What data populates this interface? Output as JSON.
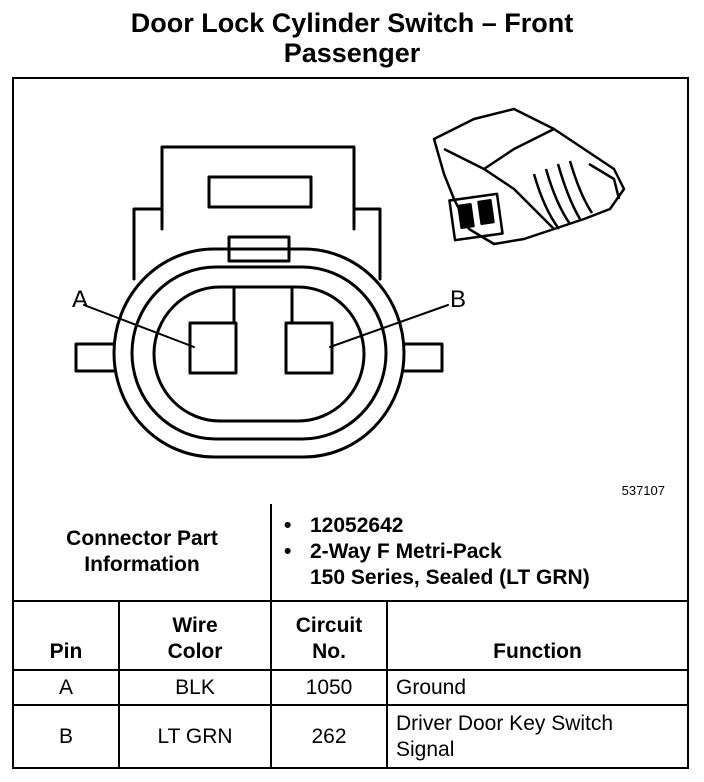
{
  "title_line1": "Door Lock Cylinder Switch – Front",
  "title_line2": "Passenger",
  "figure_id": "537107",
  "labels": {
    "a": "A",
    "b": "B"
  },
  "connector_part": {
    "label_line1": "Connector Part",
    "label_line2": "Information",
    "items": [
      "12052642",
      "2-Way F Metri-Pack",
      "150 Series, Sealed (LT GRN)"
    ]
  },
  "headers": {
    "pin": "Pin",
    "wire_color_1": "Wire",
    "wire_color_2": "Color",
    "circuit_1": "Circuit",
    "circuit_2": "No.",
    "function": "Function"
  },
  "rows": [
    {
      "pin": "A",
      "color": "BLK",
      "circuit": "1050",
      "function_1": "Ground",
      "function_2": ""
    },
    {
      "pin": "B",
      "color": "LT GRN",
      "circuit": "262",
      "function_1": "Driver Door Key Switch",
      "function_2": "Signal"
    }
  ]
}
